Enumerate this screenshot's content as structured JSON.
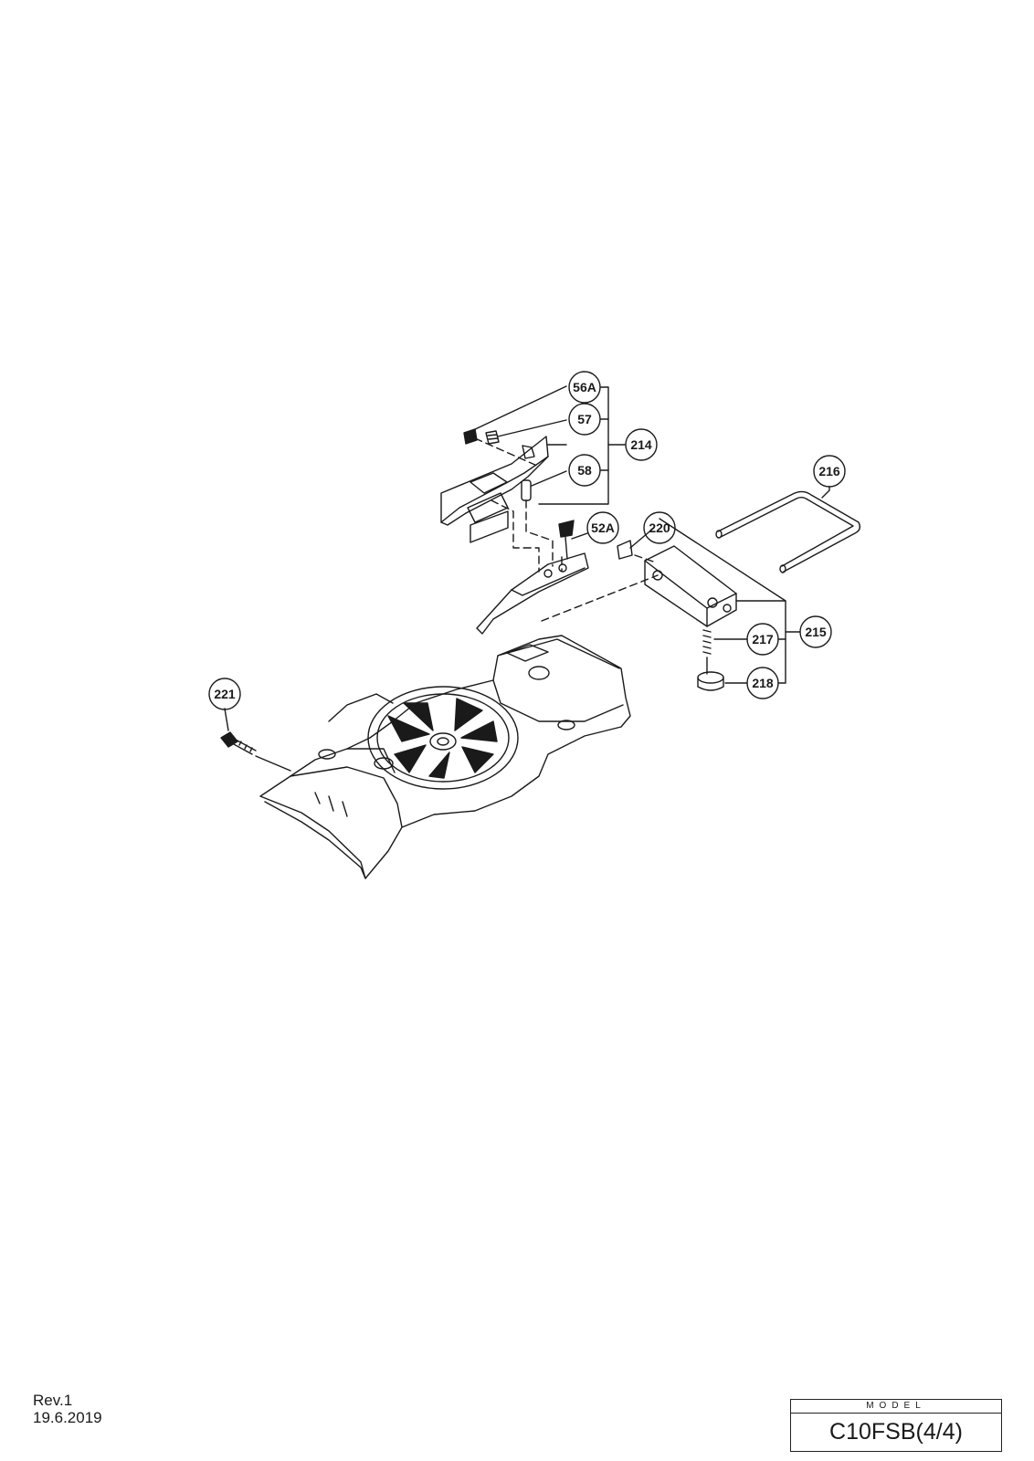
{
  "callouts": [
    {
      "label": "56A"
    },
    {
      "label": "57"
    },
    {
      "label": "214"
    },
    {
      "label": "58"
    },
    {
      "label": "216"
    },
    {
      "label": "52A"
    },
    {
      "label": "220"
    },
    {
      "label": "217"
    },
    {
      "label": "215"
    },
    {
      "label": "218"
    },
    {
      "label": "221"
    }
  ],
  "footer": {
    "revision": "Rev.1",
    "date": "19.6.2019",
    "model_label": "MODEL",
    "model_value": "C10FSB(4/4)"
  }
}
